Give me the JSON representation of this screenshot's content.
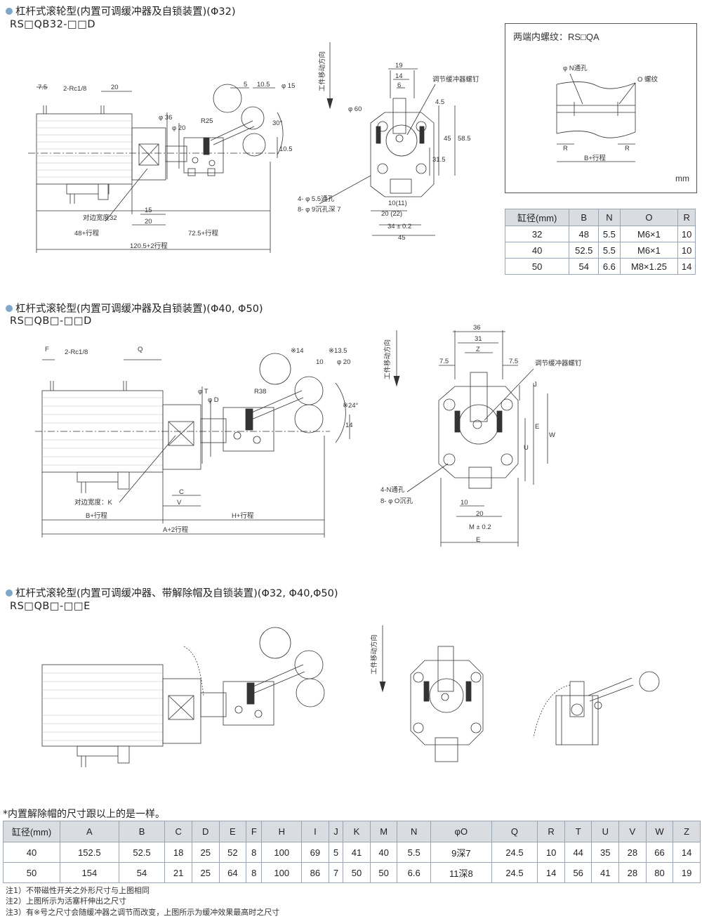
{
  "sections": [
    {
      "title": "杠杆式滚轮型(内置可调缓冲器及自锁装置)(Φ32)",
      "model": "RS□QB32-□□D"
    },
    {
      "title": "杠杆式滚轮型(内置可调缓冲器及自锁装置)(Φ40, Φ50)",
      "model": "RS□QB□-□□D"
    },
    {
      "title": "杠杆式滚轮型(内置可调缓冲器、带解除帽及自锁装置)(Φ32, Φ40,Φ50)",
      "model": "RS□QB□-□□E"
    }
  ],
  "labels": {
    "work_dir": "工件移动方向",
    "adjust_screw": "调节缓冲器螺钉",
    "rc18": "2-Rc1/8",
    "across32": "对边宽度32",
    "across_k": "对边宽度：K",
    "s1_total": "120.5+2行程",
    "s1_left": "48+行程",
    "s1_right": "72.5+行程",
    "s1_holes": "4- φ 5.5通孔",
    "s1_cbore": "8- φ 9沉孔深 7",
    "s2_total": "A+2行程",
    "s2_left": "B+行程",
    "s2_right": "H+行程",
    "s2_holes": "4-N通孔",
    "s2_cbore": "8- φ O沉孔",
    "s2_m": "M ± 0.2",
    "s1_m": "34 ± 0.2",
    "dims1": [
      "7.5",
      "20",
      "5",
      "10.5",
      "φ 15",
      "R25",
      "φ 36",
      "φ 20",
      "30°",
      "10.5",
      "15",
      "20"
    ],
    "dims1r": [
      "19",
      "14",
      "6",
      "φ 60",
      "4.5",
      "45",
      "58.5",
      "31.5",
      "10(11)",
      "20 (22)",
      "45"
    ],
    "dims2": [
      "F",
      "Q",
      "※14",
      "※13.5",
      "10",
      "φ 20",
      "R38",
      "φ T",
      "φ D",
      "※24°",
      "14",
      "C",
      "V"
    ],
    "dims2r": [
      "36",
      "31",
      "Z",
      "7.5",
      "7.5",
      "J",
      "E",
      "W",
      "U",
      "10",
      "20",
      "E"
    ]
  },
  "inner_thread": {
    "title": "两端内螺纹：RS□QA",
    "n_label": "φ N通孔",
    "o_label": "O 螺纹",
    "r_label": "R",
    "bstroke": "B+行程",
    "unit": "mm"
  },
  "table1": {
    "headers": [
      "缸径(mm)",
      "B",
      "N",
      "O",
      "R"
    ],
    "rows": [
      [
        "32",
        "48",
        "5.5",
        "M6×1",
        "10"
      ],
      [
        "40",
        "52.5",
        "5.5",
        "M6×1",
        "10"
      ],
      [
        "50",
        "54",
        "6.6",
        "M8×1.25",
        "14"
      ]
    ]
  },
  "subnote": "*内置解除帽的尺寸跟以上的是一样。",
  "table2": {
    "headers": [
      "缸径(mm)",
      "A",
      "B",
      "C",
      "D",
      "E",
      "F",
      "H",
      "I",
      "J",
      "K",
      "M",
      "N",
      "φO",
      "Q",
      "R",
      "T",
      "U",
      "V",
      "W",
      "Z"
    ],
    "rows": [
      [
        "40",
        "152.5",
        "52.5",
        "18",
        "25",
        "52",
        "8",
        "100",
        "69",
        "5",
        "41",
        "40",
        "5.5",
        "9深7",
        "24.5",
        "10",
        "44",
        "35",
        "28",
        "66",
        "14"
      ],
      [
        "50",
        "154",
        "54",
        "21",
        "25",
        "64",
        "8",
        "100",
        "86",
        "7",
        "50",
        "50",
        "6.6",
        "11深8",
        "24.5",
        "14",
        "56",
        "41",
        "28",
        "80",
        "19"
      ]
    ]
  },
  "notes": [
    "注1）不带磁性开关之外形尺寸与上图相同",
    "注2）上图所示为活塞杆伸出之尺寸",
    "注3）有※号之尺寸会随缓冲器之调节而改变，上图所示为缓冲效果最高时之尺寸"
  ],
  "colors": {
    "accent_dot": "#7fa7c9",
    "header_bg": "#d9dde2"
  }
}
